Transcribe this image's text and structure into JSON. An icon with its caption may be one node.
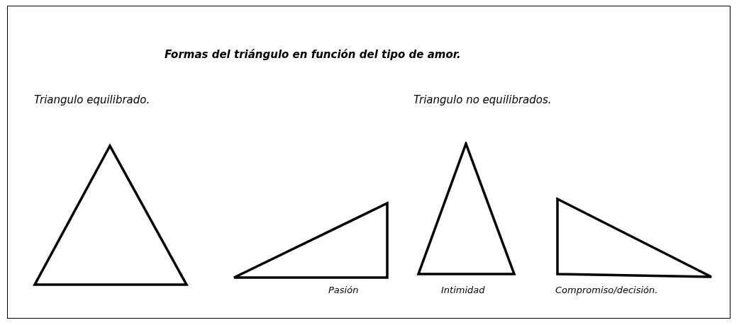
{
  "diagram": {
    "title": "Formas del triángulo en función del tipo de amor.",
    "nodes": [
      {
        "text": [],
        "shape": "triangle"
      },
      {
        "text": [],
        "shape": "triangle",
        "beside": [
          "Pasión"
        ]
      },
      {
        "text": [],
        "shape": "triangle",
        "beside": [
          "Intimidad"
        ]
      },
      {
        "text": [],
        "shape": "triangle",
        "beside": [
          "Compromiso/decisión."
        ]
      }
    ],
    "edges": [],
    "labels": [
      "Triangulo equilibrado.",
      "Triangulo no equilibrados."
    ]
  }
}
